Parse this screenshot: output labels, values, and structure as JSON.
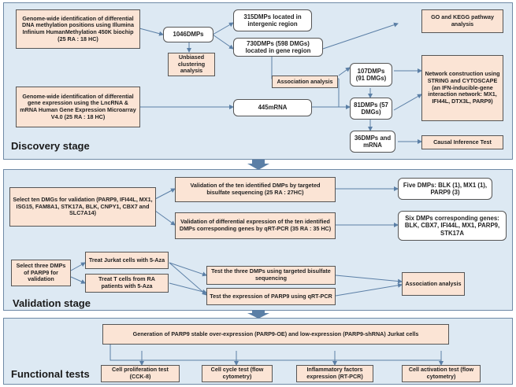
{
  "colors": {
    "panel": "#dde9f3",
    "peach_box": "#fbe4d5",
    "white_box": "#ffffff",
    "arrow": "#5b7fa6"
  },
  "discovery": {
    "stage_label": "Discovery stage",
    "box1": "Genome-wide identification of differential DNA methylation positions using Illumina Infinium HumanMethylation 450K biochip (25 RA : 18 HC)",
    "box2": "Genome-wide identification of differential gene expression using the LncRNA & mRNA Human Gene Expression Microarray V4.0 (25 RA : 18 HC)",
    "dmps_1046": "1046DMPs",
    "unbiased": "Unbiased clustering analysis",
    "intergenic": "315DMPs located in intergenic region",
    "gene_region": "730DMPs (598 DMGs) located in gene region",
    "association": "Association analysis",
    "mrna_445": "445mRNA",
    "dmps_107": "107DMPs (91 DMGs)",
    "dmps_81": "81DMPs (57 DMGs)",
    "dmps_36": "36DMPs and mRNA",
    "go_kegg": "GO and KEGG pathway analysis",
    "network": "Network construction using STRING and CYTOSCAPE (an IFN-inducible-gene interaction network: MX1, IFI44L, DTX3L, PARP9)",
    "causal": "Causal Inference Test"
  },
  "validation": {
    "stage_label": "Validation stage",
    "select_ten": "Select ten DMGs for validation (PARP9, IFI44L, MX1, ISG15, FAM8A1, STK17A, BLK, CNPY1, CBX7 and SLC7A14)",
    "validation_bisulfate": "Validation of the ten identified DMPs by targeted bisulfate sequencing (25 RA : 27HC)",
    "validation_qrt": "Validation of differential expression of the ten identified DMPs corresponding genes by qRT-PCR (35 RA : 35 HC)",
    "five_dmps": "Five DMPs: BLK (1), MX1 (1), PARP9 (3)",
    "six_dmps": "Six DMPs corresponding genes: BLK, CBX7, IFI44L, MX1, PARP9, STK17A",
    "select_three": "Select three DMPs of PARP9 for validation",
    "treat_jurkat": "Treat Jurkat cells with 5-Aza",
    "treat_t": "Treat T cells from RA patients with 5-Aza",
    "test_three": "Test the three DMPs using targeted bisulfate sequencing",
    "test_expression": "Test the expression of PARP9 using qRT-PCR",
    "association": "Association analysis"
  },
  "functional": {
    "stage_label": "Functional tests",
    "generation": "Generation of PARP9 stable over-expression (PARP9-OE) and low-expression (PARP9-shRNA) Jurkat cells",
    "tests": [
      "Cell proliferation test (CCK-8)",
      "Cell cycle test (flow cytometry)",
      "Inflammatory factors expression (RT-PCR)",
      "Cell activation test (flow cytometry)"
    ]
  }
}
